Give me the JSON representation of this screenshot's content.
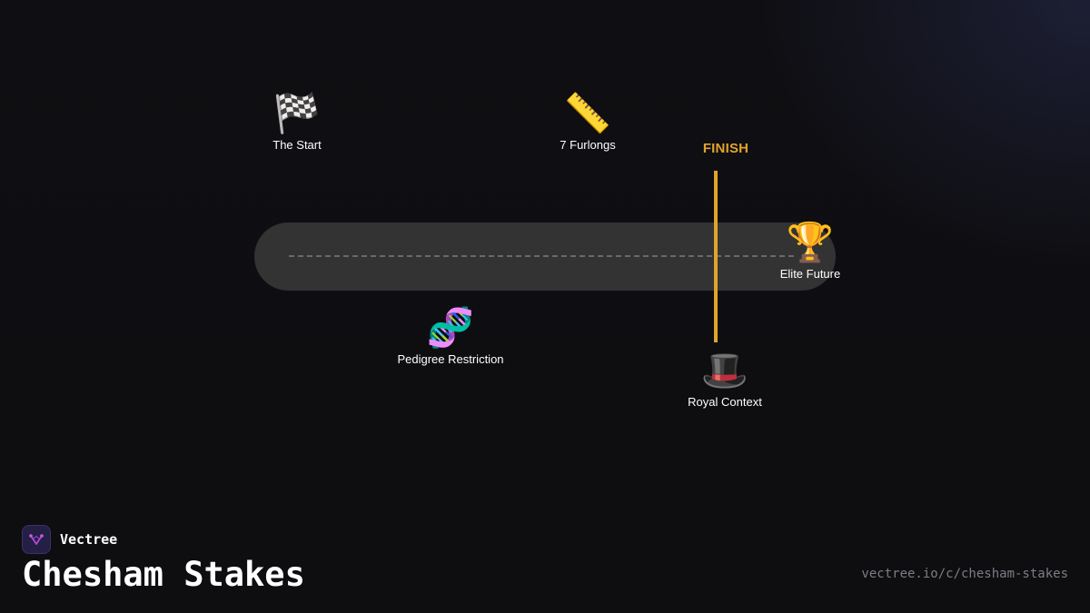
{
  "title": "Chesham Stakes",
  "brand": {
    "name": "Vectree",
    "logo_icon": "vectree-logo-icon",
    "logo_color": "#b44ad6"
  },
  "url": "vectree.io/c/chesham-stakes",
  "finish": {
    "label": "FINISH",
    "color": "#e0a42a"
  },
  "markers": {
    "start": {
      "icon": "🏁",
      "icon_name": "checkered-flag-icon",
      "label": "The Start"
    },
    "distance": {
      "icon": "📏",
      "icon_name": "ruler-icon",
      "label": "7 Furlongs"
    },
    "pedigree": {
      "icon": "🧬",
      "icon_name": "dna-icon",
      "label": "Pedigree Restriction"
    },
    "royal": {
      "icon": "🎩",
      "icon_name": "top-hat-icon",
      "label": "Royal Context"
    },
    "future": {
      "icon": "🏆",
      "icon_name": "trophy-icon",
      "label": "Elite Future"
    }
  },
  "colors": {
    "background": "#0f0f13",
    "track": "#333333",
    "text": "#ffffff",
    "url_text": "#7d7d85"
  }
}
